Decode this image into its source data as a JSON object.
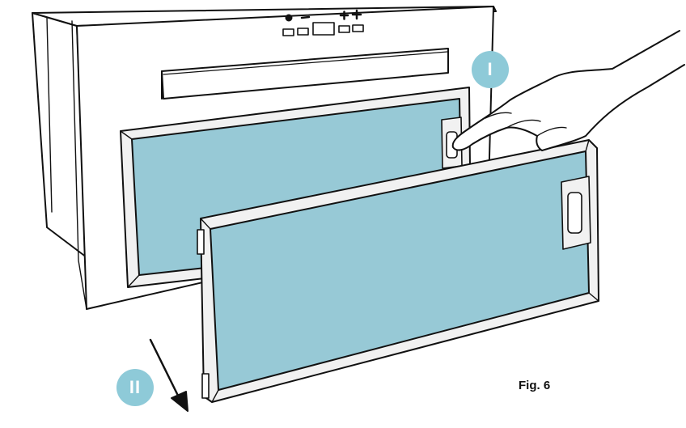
{
  "figure": {
    "label": "Fig. 6",
    "step_one": "I",
    "step_two": "II"
  },
  "colors": {
    "filter_mesh": "#97c9d6",
    "badge": "#8ecad8",
    "outline": "#111111",
    "frame_fill": "#f1f1f1"
  },
  "controls": {
    "symbols": [
      "power-icon",
      "minus-icon",
      "plus-icon",
      "light-icon"
    ]
  }
}
